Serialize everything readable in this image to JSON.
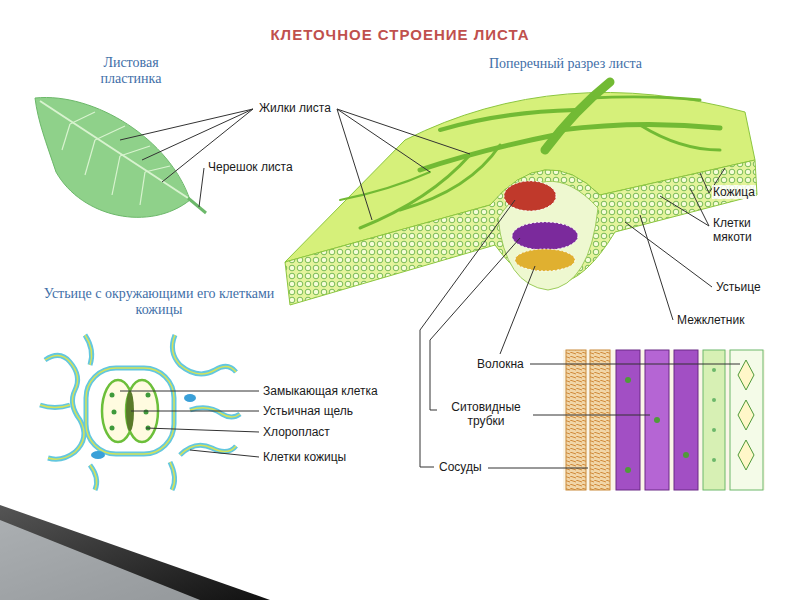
{
  "diagram": {
    "title": "КЛЕТОЧНОЕ СТРОЕНИЕ ЛИСТА",
    "labels": [
      "Листовая пластинка",
      "Поперечный разрез листа",
      "Жилки листа",
      "Черешок листа",
      "Кожица",
      "Клетки мякоти",
      "Устьице",
      "Межклетник",
      "Устьице с окружающими его клетками кожицы",
      "Замыкающая клетка",
      "Устьичная щель",
      "Хлоропласт",
      "Клетки кожицы",
      "Волокна",
      "Ситовидные трубки",
      "Сосуды"
    ]
  }
}
